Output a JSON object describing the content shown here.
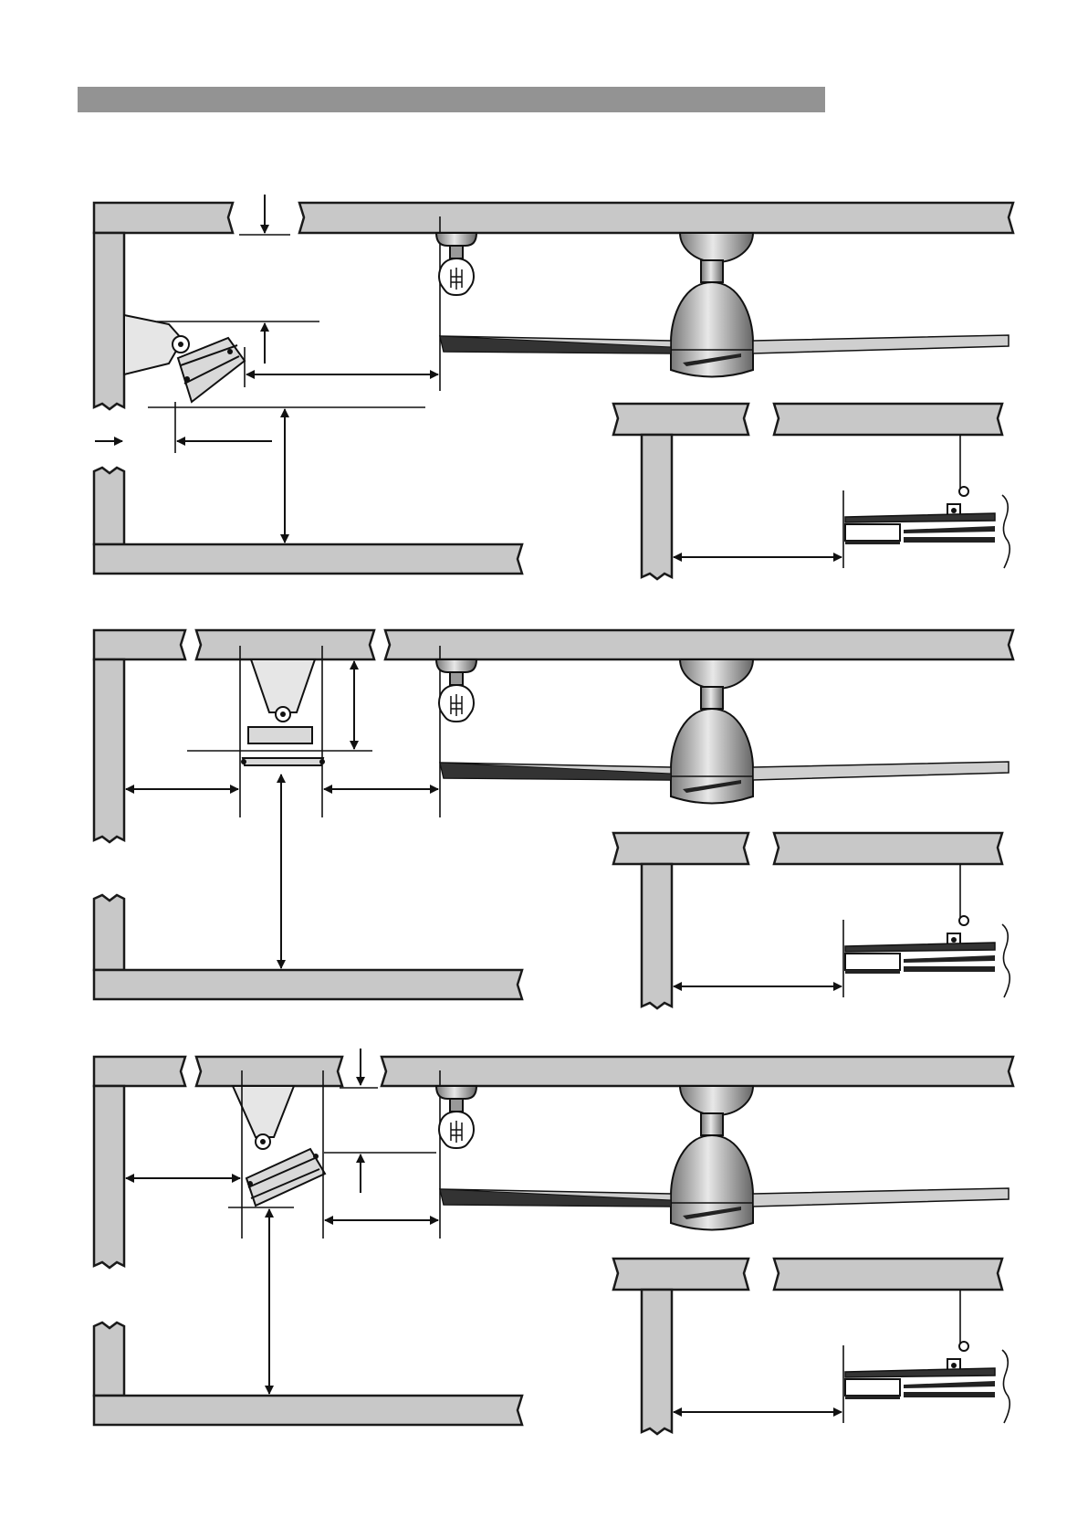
{
  "page": {
    "header_bar_color": "#939393",
    "background": "#ffffff"
  },
  "panels": [
    {
      "name": "wall-mount-angled"
    },
    {
      "name": "ceiling-mount-horizontal"
    },
    {
      "name": "ceiling-mount-angled"
    }
  ],
  "colors": {
    "surface": "#c8c8c8",
    "outline": "#1a1a1a",
    "fan_body": "#bfbfbf"
  },
  "icons": {
    "fan": "ceiling-fan-icon",
    "light": "light-bulb-icon",
    "heater": "patio-heater-icon"
  }
}
